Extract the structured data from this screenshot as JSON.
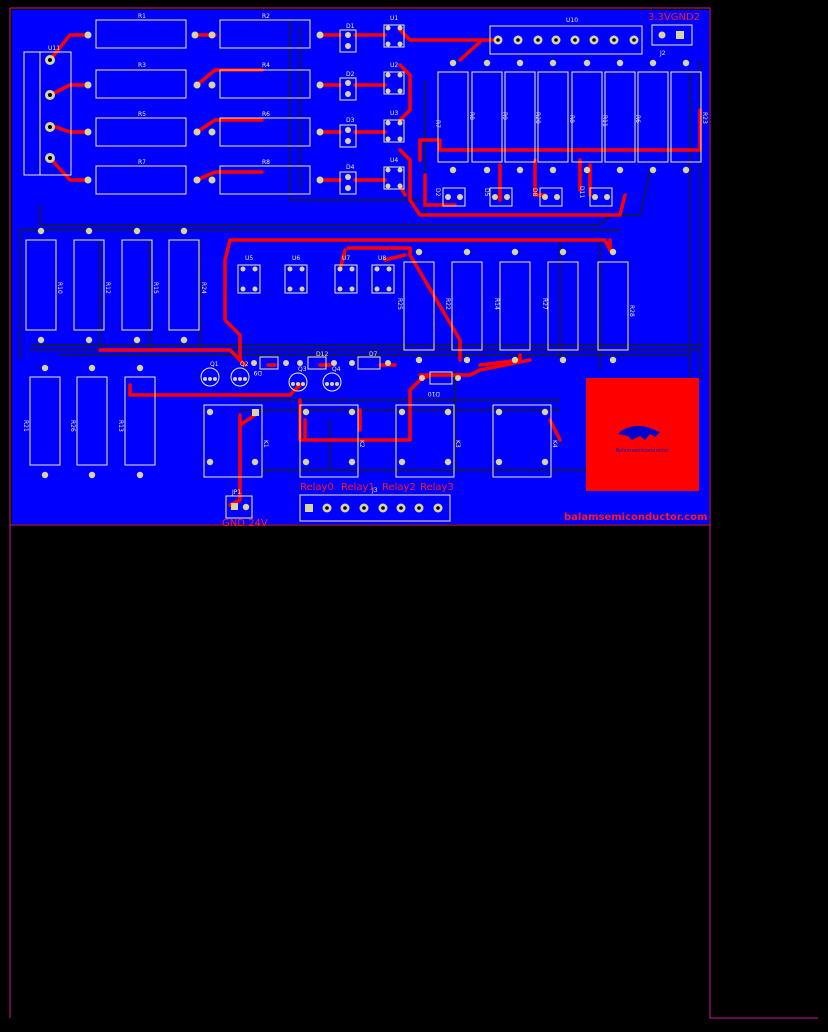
{
  "board": {
    "connector_labels": {
      "power_in": "3.3VGND2",
      "power_in_ref": "J2",
      "supply": "GND 24V",
      "supply_ref": "JP1",
      "relay_outputs": [
        "Relay0",
        "Relay1",
        "Relay2",
        "Relay3"
      ],
      "relay_header_ref": "J3",
      "mcu_header": "U10",
      "terminal_block": "U11"
    },
    "resistors_top": [
      "R1",
      "R2",
      "R3",
      "R4",
      "R5",
      "R6",
      "R7",
      "R8"
    ],
    "diodes_top": [
      "D1",
      "D2",
      "D3",
      "D4"
    ],
    "optos_top": [
      "U1",
      "U2",
      "U3",
      "U4"
    ],
    "resistors_right": [
      "R7",
      "R8",
      "R9",
      "R20",
      "R8",
      "R11",
      "R6",
      "R23"
    ],
    "leds_right": [
      "D2",
      "D5",
      "D8",
      "D11"
    ],
    "resistors_left": [
      "R10",
      "R12",
      "R15",
      "R24"
    ],
    "optos_mid": [
      "U5",
      "U6",
      "U7",
      "U8"
    ],
    "resistors_mid": [
      "R25",
      "R22",
      "R14",
      "R27",
      "R28"
    ],
    "diodes_mid": [
      "D9",
      "D12",
      "D7",
      "D10"
    ],
    "transistors": [
      "Q1",
      "Q2",
      "Q3",
      "Q4"
    ],
    "resistors_bottom": [
      "R21",
      "R26",
      "R13"
    ],
    "relays": [
      "K1",
      "K2",
      "K3",
      "K4"
    ],
    "logo_text": "Balamsemiconductor",
    "website": "balamsemiconductor.com"
  },
  "colors": {
    "background": "#000000",
    "board_fill": "#0000ff",
    "top_copper": "#ff0000",
    "bottom_copper": "#101040",
    "silkscreen": "#f2f0b0",
    "outline": "#c8189a",
    "logo_box": "#ff0000"
  }
}
